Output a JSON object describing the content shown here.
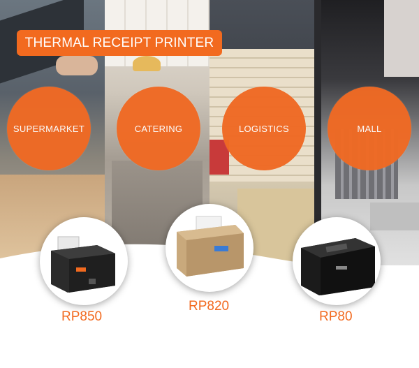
{
  "banner": {
    "title": "THERMAL RECEIPT PRINTER"
  },
  "categories": [
    "SUPERMARKET",
    "CATERING",
    "LOGISTICS",
    "MALL"
  ],
  "products": [
    {
      "model": "RP850",
      "printer_color": "black"
    },
    {
      "model": "RP820",
      "printer_color": "gold"
    },
    {
      "model": "RP80",
      "printer_color": "black"
    }
  ],
  "colors": {
    "accent": "#f26a1f",
    "circle": "#f06a24",
    "background": "#ffffff"
  }
}
